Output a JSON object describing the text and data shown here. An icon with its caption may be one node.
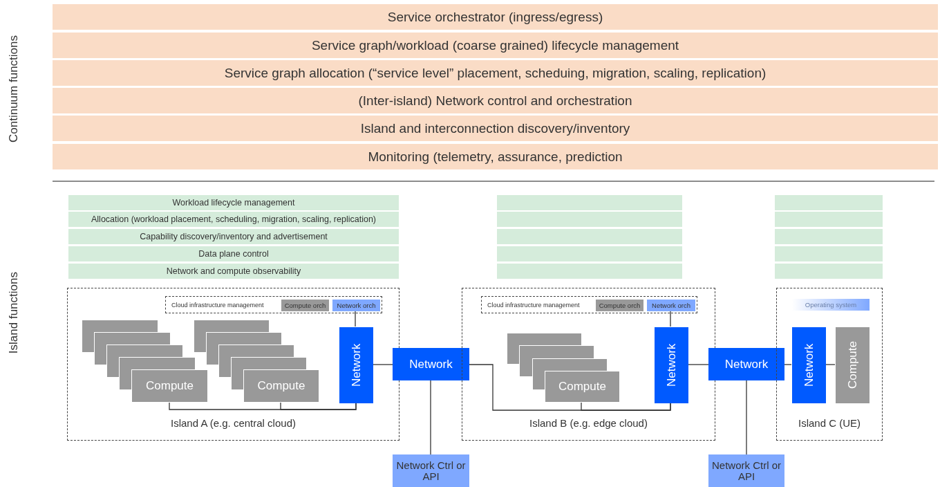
{
  "diagram": {
    "nodes": [
      {
        "text": [
          "Service orchestrator (ingress/egress)"
        ]
      },
      {
        "text": [
          "Service graph/workload (coarse grained) lifecycle management"
        ]
      },
      {
        "text": [
          "Service graph allocation (“service level” placement, scheduing, migration, scaling, replication)"
        ]
      },
      {
        "text": [
          "(Inter-island) Network control and orchestration"
        ]
      },
      {
        "text": [
          "Island and interconnection discovery/inventory"
        ]
      },
      {
        "text": [
          "Monitoring (telemetry, assurance, prediction"
        ]
      },
      {
        "text": [
          "Workload lifecycle management"
        ]
      },
      {
        "text": [
          "Allocation (workload placement, scheduling, migration, scaling, replication)"
        ]
      },
      {
        "text": [
          "Capability discovery/inventory and advertisement"
        ]
      },
      {
        "text": [
          "Data plane control"
        ]
      },
      {
        "text": [
          "Network and compute observability"
        ]
      },
      {
        "text": [],
        "shape": "bar"
      },
      {
        "text": [],
        "shape": "bar"
      },
      {
        "text": [],
        "shape": "bar"
      },
      {
        "text": [],
        "shape": "bar"
      },
      {
        "text": [],
        "shape": "bar"
      },
      {
        "text": [],
        "shape": "bar"
      },
      {
        "text": [],
        "shape": "bar"
      },
      {
        "text": [],
        "shape": "bar"
      },
      {
        "text": [],
        "shape": "bar"
      },
      {
        "text": [],
        "shape": "bar"
      },
      {
        "text": [
          "Island A (e.g. central cloud)"
        ]
      },
      {
        "text": [
          "Cloud infrastructure management"
        ],
        "in": 21
      },
      {
        "text": [
          "Compute orch"
        ],
        "in": 22
      },
      {
        "text": [
          "Network orch"
        ],
        "in": 22
      },
      {
        "text": [
          "Compute"
        ],
        "in": 21
      },
      {
        "text": [
          "Compute"
        ],
        "in": 21
      },
      {
        "text": [
          "Network"
        ],
        "in": 21
      },
      {
        "text": [
          "Network"
        ]
      },
      {
        "text": [
          "Network Ctrl or API"
        ]
      },
      {
        "text": [
          "Island B (e.g. edge cloud)"
        ]
      },
      {
        "text": [
          "Cloud infrastructure management"
        ],
        "in": 30
      },
      {
        "text": [
          "Compute orch"
        ],
        "in": 31
      },
      {
        "text": [
          "Network orch"
        ],
        "in": 31
      },
      {
        "text": [
          "Compute"
        ],
        "in": 30
      },
      {
        "text": [
          "Network"
        ],
        "in": 30
      },
      {
        "text": [
          "Network"
        ]
      },
      {
        "text": [
          "Network Ctrl or API"
        ]
      },
      {
        "text": [
          "Island C (UE)"
        ]
      },
      {
        "text": [
          "Operating system"
        ],
        "in": 38
      },
      {
        "text": [
          "Network"
        ],
        "in": 38
      },
      {
        "text": [
          "Compute"
        ],
        "in": 38
      }
    ],
    "edges": [
      {
        "from": 24,
        "to": 27,
        "arrow": "none"
      },
      {
        "from": 25,
        "to": 27,
        "arrow": "none"
      },
      {
        "from": 26,
        "to": 27,
        "arrow": "none"
      },
      {
        "from": 27,
        "to": 28,
        "arrow": "none"
      },
      {
        "from": 28,
        "to": 29,
        "arrow": "none"
      },
      {
        "from": 28,
        "to": 35,
        "arrow": "none"
      },
      {
        "from": 34,
        "to": 35,
        "arrow": "none"
      },
      {
        "from": 33,
        "to": 35,
        "arrow": "none"
      },
      {
        "from": 35,
        "to": 36,
        "arrow": "none"
      },
      {
        "from": 36,
        "to": 37,
        "arrow": "none"
      },
      {
        "from": 36,
        "to": 40,
        "arrow": "none"
      },
      {
        "from": 40,
        "to": 41,
        "arrow": "none"
      }
    ],
    "labels": [
      "Continuum functions",
      "Island functions"
    ]
  }
}
